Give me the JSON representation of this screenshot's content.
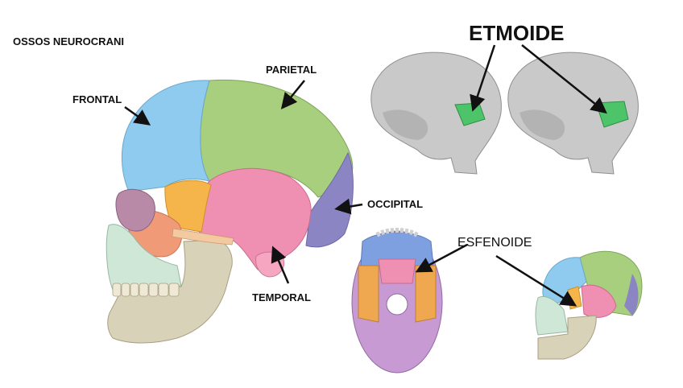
{
  "title": "OSSOS NEUROCRANI",
  "labels": {
    "frontal": "FRONTAL",
    "parietal": "PARIETAL",
    "occipital": "OCCIPITAL",
    "temporal": "TEMPORAL",
    "etmoide": "ETMOIDE",
    "esfenoide": "ESFENOIDE"
  },
  "colors": {
    "frontal": "#8ecbee",
    "parietal": "#a8cf7e",
    "occipital": "#8b86c3",
    "temporal": "#ef8fb1",
    "zygomatic": "#f6b54a",
    "sphenoid": "#f19a78",
    "mandible": "#d8d2b8",
    "teeth": "#cfe7d6",
    "ethmoid": "#4dc46a",
    "bone_gray": "#c9c9c9",
    "base_purple": "#c89ad4",
    "base_blue": "#7fa0e0",
    "base_orange": "#f0a850"
  }
}
